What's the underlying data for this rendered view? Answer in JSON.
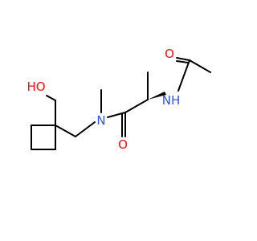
{
  "molecule": {
    "atoms": {
      "acetyl_oxygen": "O",
      "amide_nh": "NH",
      "amide_oxygen": "O",
      "tertiary_nitrogen": "N",
      "hydroxyl": "HO"
    },
    "colors": {
      "oxygen": "#ff0d0d",
      "nitrogen": "#3050f8",
      "bond": "#000000"
    }
  }
}
